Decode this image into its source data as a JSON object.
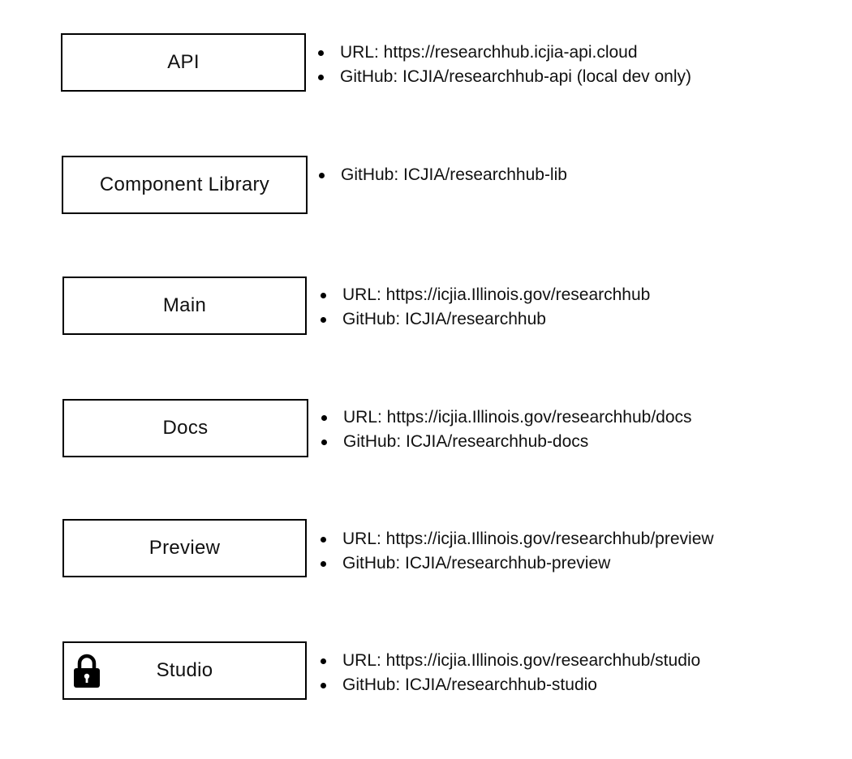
{
  "services": [
    {
      "name": "API",
      "locked": false,
      "bullets": [
        "URL: https://researchhub.icjia-api.cloud",
        "GitHub: ICJIA/researchhub-api (local dev only)"
      ]
    },
    {
      "name": "Component Library",
      "locked": false,
      "bullets": [
        "GitHub: ICJIA/researchhub-lib"
      ]
    },
    {
      "name": "Main",
      "locked": false,
      "bullets": [
        "URL: https://icjia.Illinois.gov/researchhub",
        "GitHub: ICJIA/researchhub"
      ]
    },
    {
      "name": "Docs",
      "locked": false,
      "bullets": [
        "URL: https://icjia.Illinois.gov/researchhub/docs",
        "GitHub: ICJIA/researchhub-docs"
      ]
    },
    {
      "name": "Preview",
      "locked": false,
      "bullets": [
        "URL: https://icjia.Illinois.gov/researchhub/preview",
        "GitHub: ICJIA/researchhub-preview"
      ]
    },
    {
      "name": "Studio",
      "locked": true,
      "icon": "lock-icon",
      "bullets": [
        "URL: https://icjia.Illinois.gov/researchhub/studio",
        "GitHub: ICJIA/researchhub-studio"
      ]
    }
  ]
}
